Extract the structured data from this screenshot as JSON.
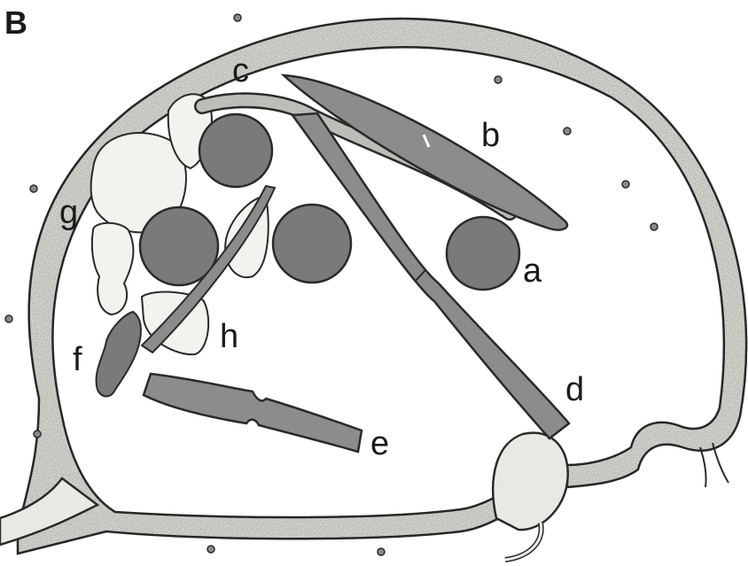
{
  "figure": {
    "panel_label": "B",
    "labels": {
      "a": "a",
      "b": "b",
      "c": "c",
      "d": "d",
      "e": "e",
      "f": "f",
      "g": "g",
      "h": "h"
    }
  },
  "colors": {
    "wall_fill": "#e9e8e3",
    "wall_stroke": "#2a2a2a",
    "dark_body": "#7a7a7a",
    "rod_body": "#8c8c8c",
    "pale_body": "#f2f2ef",
    "background": "#ffffff"
  }
}
